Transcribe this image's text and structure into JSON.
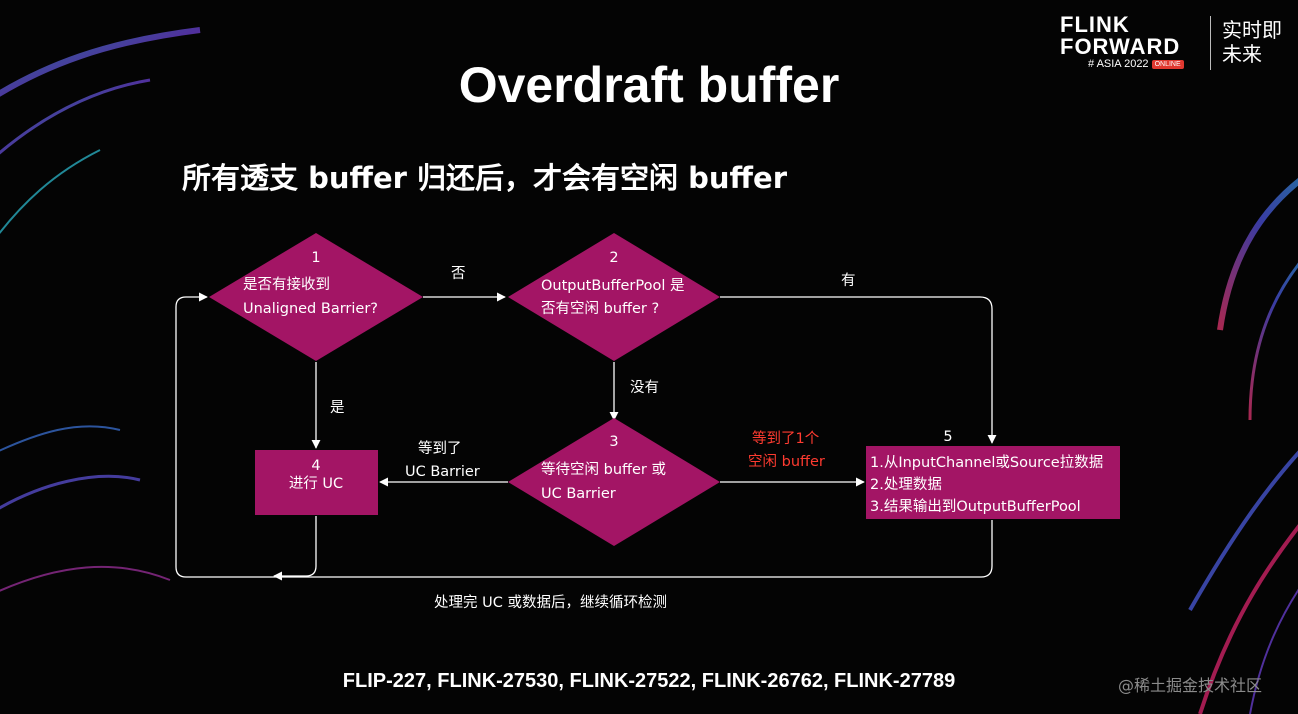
{
  "slide": {
    "title": "Overdraft buffer",
    "subtitle": "所有透支 buffer 归还后，才会有空闲 buffer",
    "references": "FLIP-227, FLINK-27530, FLINK-27522, FLINK-26762, FLINK-27789",
    "watermark": "@稀土掘金技术社区"
  },
  "logo": {
    "line1": "FLINK",
    "line2": "FORWARD",
    "line3": "# ASIA 2022",
    "badge": "ONLINE",
    "chinese": "实时即未来"
  },
  "colors": {
    "background": "#040404",
    "node_fill": "#a31565",
    "connector": "#ffffff",
    "highlight_text": "#ff3b30"
  },
  "diagram": {
    "nodes": [
      {
        "id": "1",
        "shape": "diamond",
        "number": "1",
        "lines": [
          "是否有接收到",
          "Unaligned Barrier?"
        ]
      },
      {
        "id": "2",
        "shape": "diamond",
        "number": "2",
        "lines": [
          "OutputBufferPool 是",
          "否有空闲 buffer ?"
        ]
      },
      {
        "id": "3",
        "shape": "diamond",
        "number": "3",
        "lines": [
          "等待空闲 buffer 或",
          "UC Barrier"
        ]
      },
      {
        "id": "4",
        "shape": "rect",
        "number": "4",
        "lines": [
          "进行 UC"
        ]
      },
      {
        "id": "5",
        "shape": "rect",
        "number": "5",
        "lines": [
          "1.从InputChannel或Source拉数据",
          "2.处理数据",
          "3.结果输出到OutputBufferPool"
        ]
      }
    ],
    "edge_labels": {
      "e_1_2": "否",
      "e_2_5": "有",
      "e_2_3": "没有",
      "e_1_4": "是",
      "e_3_4_line1": "等到了",
      "e_3_4_line2": "UC Barrier",
      "e_3_5_line1": "等到了1个",
      "e_3_5_line2": "空闲 buffer",
      "loop": "处理完 UC 或数据后，继续循环检测"
    }
  }
}
